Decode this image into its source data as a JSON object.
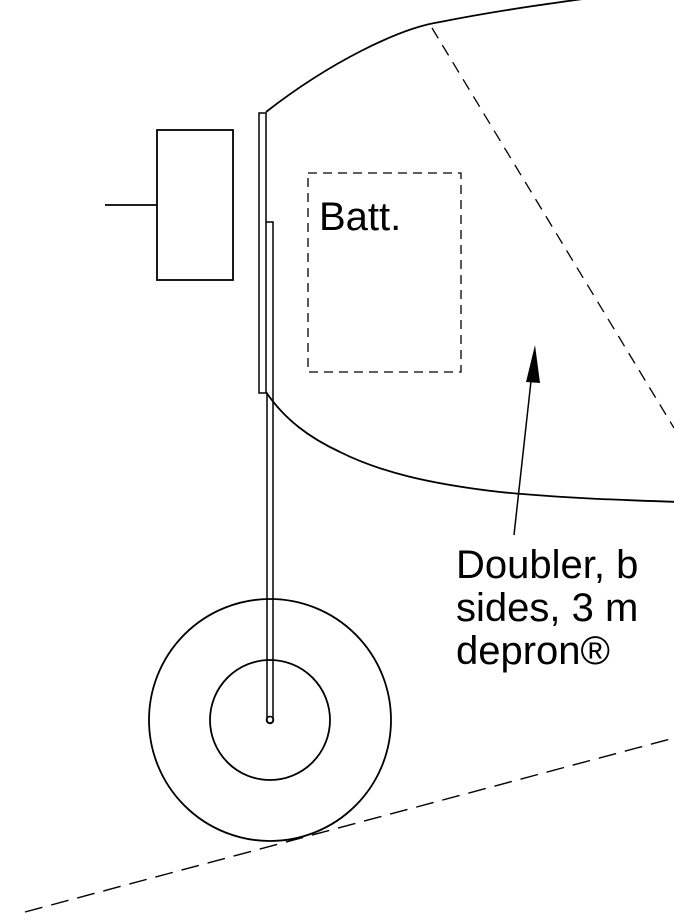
{
  "diagram": {
    "battery_label": "Batt.",
    "doubler_note": {
      "line1": "Doubler, b",
      "line2": "sides, 3 m",
      "line3": "depron®"
    }
  }
}
